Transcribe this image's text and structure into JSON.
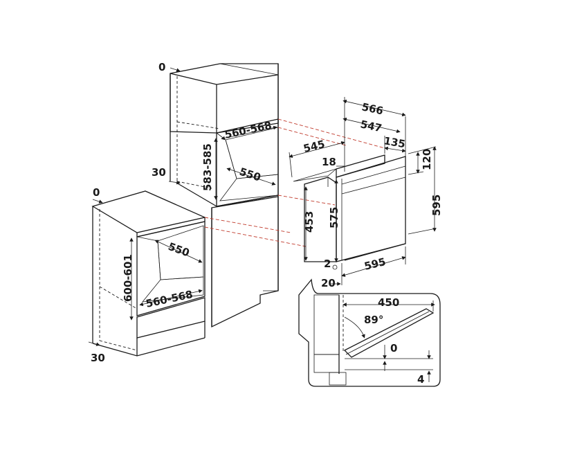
{
  "diagram": {
    "tall_unit": {
      "top_gap": "0",
      "niche_width": "560-568",
      "niche_depth": "550",
      "niche_height": "583-585",
      "left_offset": "30"
    },
    "base_unit": {
      "top_gap": "0",
      "niche_depth": "550",
      "niche_width": "560-568",
      "niche_height": "600-601",
      "bottom_offset": "30"
    },
    "oven": {
      "total_depth": "566",
      "body_depth": "547",
      "side_depth": "545",
      "panel_depth": "135",
      "door_thickness": "18",
      "control_height": "120",
      "total_height": "595",
      "body_height": "575",
      "inner_height": "453",
      "width": "595",
      "gap_small": "2",
      "gap_front": "20"
    },
    "door_detail": {
      "door_length": "450",
      "opening_angle": "89°",
      "level_gap": "0",
      "bottom_gap": "4"
    }
  }
}
